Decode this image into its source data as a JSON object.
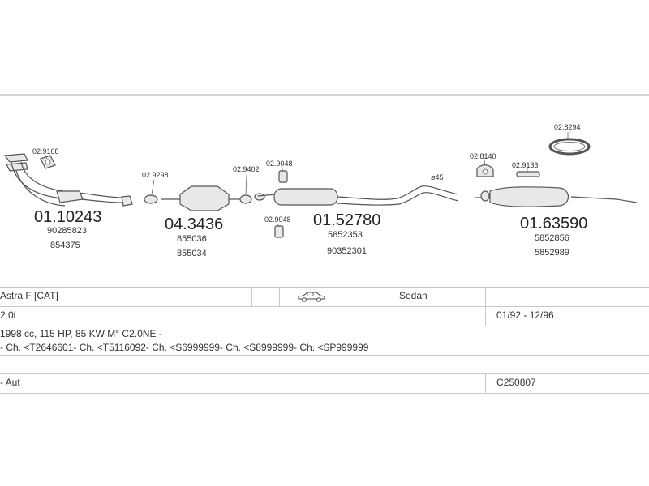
{
  "parts": [
    {
      "id": "downpipe",
      "number": "01.10243",
      "refs": [
        "90285823",
        "854375"
      ]
    },
    {
      "id": "catalyst",
      "number": "04.3436",
      "refs": [
        "855036",
        "855034"
      ]
    },
    {
      "id": "middle-silencer",
      "number": "01.52780",
      "refs": [
        "5852353",
        "90352301"
      ]
    },
    {
      "id": "rear-silencer",
      "number": "01.63590",
      "refs": [
        "5852856",
        "5852989"
      ]
    }
  ],
  "small_parts": {
    "gasket_a": "02.9168",
    "clamp_a": "02.9298",
    "clamp_b": "02.9402",
    "hanger_a": "02.9048",
    "hanger_b": "02.9048",
    "hanger_c": "02.8140",
    "mount_d": "02.9133",
    "ring_e": "02.8294"
  },
  "pipe_diameter": "ø45",
  "vehicle": {
    "model": "Astra F  [CAT]",
    "body": "Sedan",
    "engine": "2.0i",
    "years": "01/92 - 12/96",
    "specs": "1998 cc, 115 HP, 85 KW M° C2.0NE -",
    "chassis": "- Ch. <T2646601- Ch. <T5116092- Ch. <S6999999- Ch. <S8999999- Ch. <SP999999",
    "transmission": "- Aut",
    "code": "C250807"
  },
  "icons": {
    "car": "car-icon"
  }
}
